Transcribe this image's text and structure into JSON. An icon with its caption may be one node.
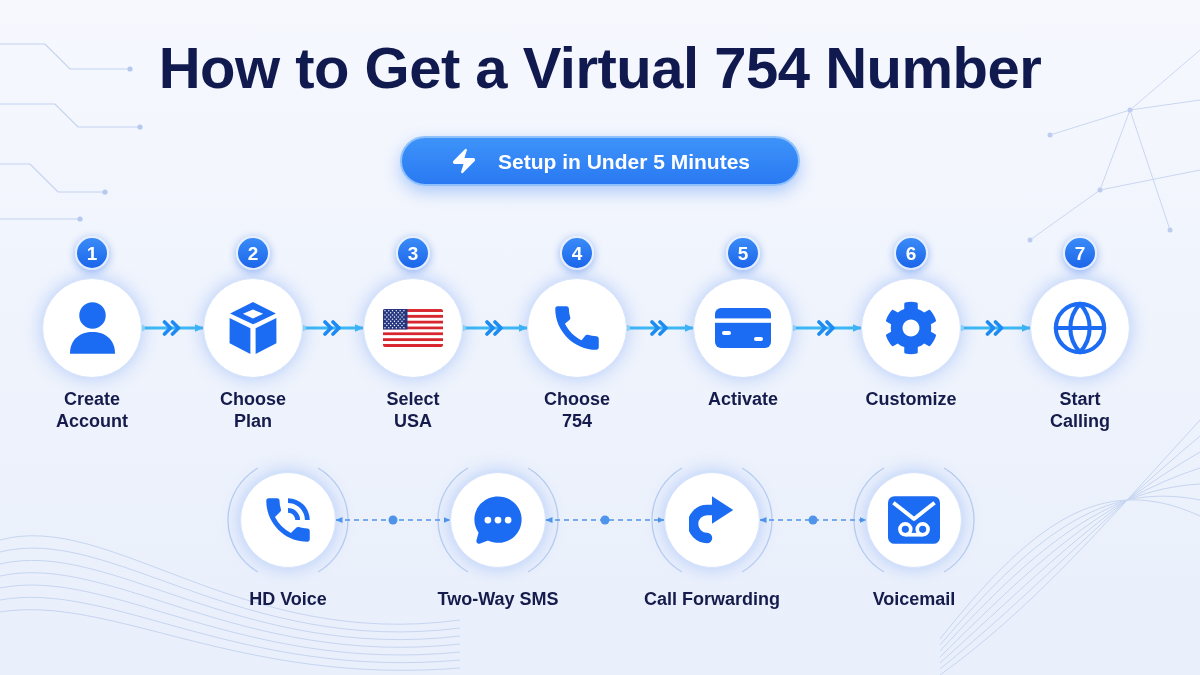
{
  "diagram": {
    "title": "How to Get a Virtual **754** Number",
    "nodes": [
      {
        "text": [
          "Setup in Under 5 Minutes"
        ]
      },
      {
        "text": [
          "1"
        ]
      },
      {
        "text": [
          "Create Account"
        ]
      },
      {
        "text": [
          "2"
        ]
      },
      {
        "text": [
          "Choose Plan"
        ]
      },
      {
        "text": [
          "3"
        ]
      },
      {
        "text": [
          "Select USA"
        ]
      },
      {
        "text": [
          "4"
        ]
      },
      {
        "text": [
          "Choose 754"
        ]
      },
      {
        "text": [
          "5"
        ]
      },
      {
        "text": [
          "Activate"
        ]
      },
      {
        "text": [
          "6"
        ]
      },
      {
        "text": [
          "Customize"
        ]
      },
      {
        "text": [
          "7"
        ]
      },
      {
        "text": [
          "Start Calling"
        ]
      },
      {
        "text": [
          "HD Voice"
        ]
      },
      {
        "text": [
          "Two-Way SMS"
        ]
      },
      {
        "text": [
          "Call Forwarding"
        ]
      },
      {
        "text": [
          "Voicemail"
        ]
      }
    ],
    "edges": [
      {
        "from": 2,
        "to": 4,
        "arrow": "to"
      },
      {
        "from": 4,
        "to": 6,
        "arrow": "to"
      },
      {
        "from": 6,
        "to": 8,
        "arrow": "to"
      },
      {
        "from": 8,
        "to": 10,
        "arrow": "to"
      },
      {
        "from": 10,
        "to": 12,
        "arrow": "to"
      },
      {
        "from": 12,
        "to": 14,
        "arrow": "to"
      },
      {
        "from": 15,
        "to": 16,
        "arrow": "both",
        "style": "dashed",
        "color": "#4f94ea"
      },
      {
        "from": 16,
        "to": 17,
        "arrow": "both",
        "style": "dashed",
        "color": "#4f94ea"
      },
      {
        "from": 17,
        "to": 18,
        "arrow": "both",
        "style": "dashed",
        "color": "#4f94ea"
      }
    ]
  }
}
